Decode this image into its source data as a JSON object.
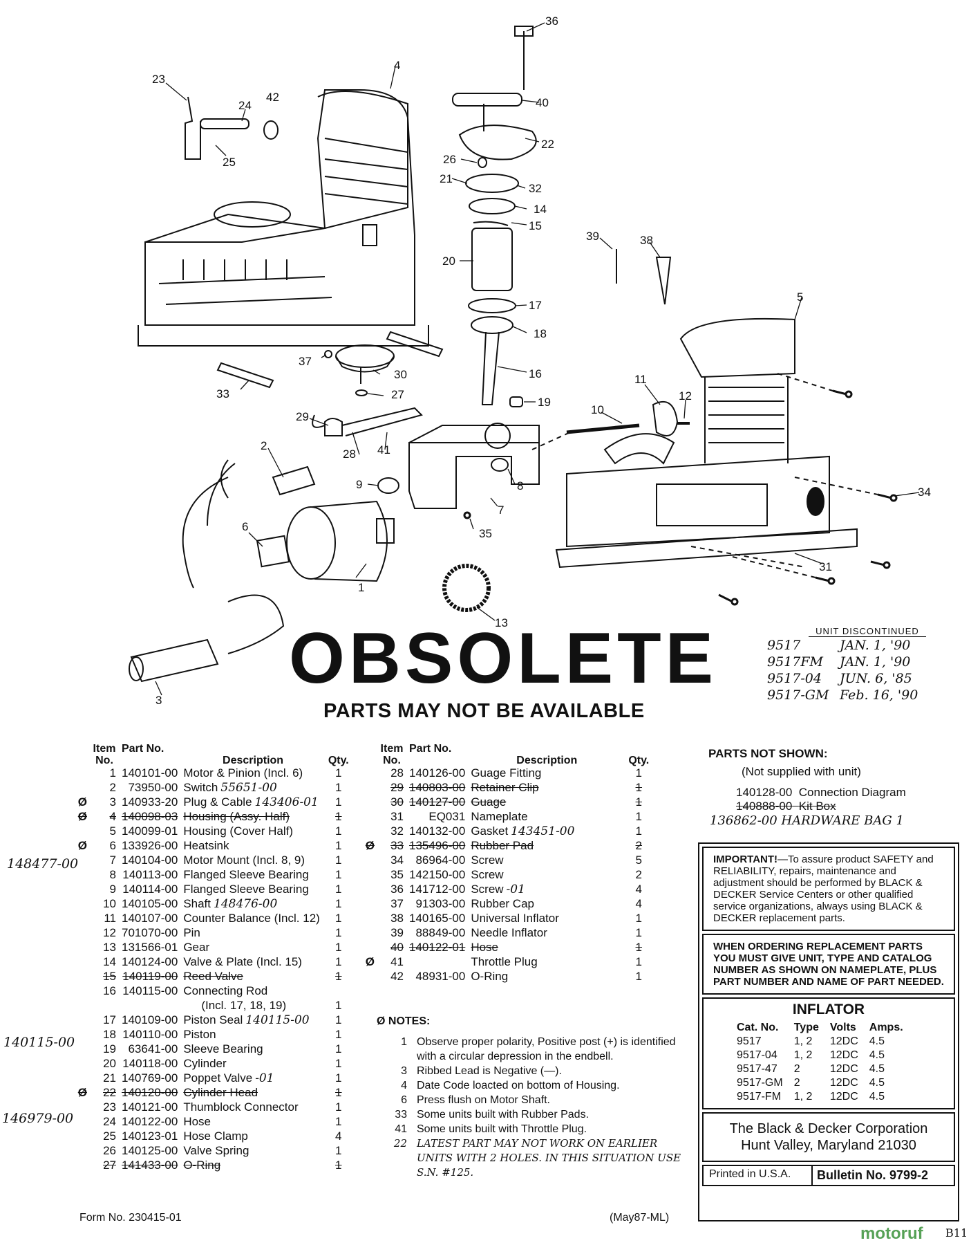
{
  "diagram": {
    "callouts": [
      "1",
      "2",
      "3",
      "4",
      "5",
      "6",
      "7",
      "8",
      "9",
      "10",
      "11",
      "12",
      "13",
      "14",
      "15",
      "16",
      "17",
      "18",
      "19",
      "20",
      "21",
      "22",
      "23",
      "24",
      "25",
      "26",
      "27",
      "28",
      "29",
      "30",
      "31",
      "32",
      "33",
      "34",
      "35",
      "36",
      "37",
      "38",
      "39",
      "40",
      "41",
      "42"
    ]
  },
  "stamp": {
    "title": "OBSOLETE",
    "subtitle": "PARTS MAY NOT BE AVAILABLE"
  },
  "discontinued": {
    "header": "UNIT DISCONTINUED",
    "rows": [
      {
        "unit": "9517",
        "date": "JAN. 1, '90"
      },
      {
        "unit": "9517FM",
        "date": "JAN. 1, '90"
      },
      {
        "unit": "9517-04",
        "date": "JUN. 6, '85"
      },
      {
        "unit": "9517-GM",
        "date": "Feb. 16, '90"
      }
    ]
  },
  "table_headers": {
    "item": "Item No.",
    "part": "Part No.",
    "description": "Description",
    "qty": "Qty."
  },
  "parts_left": [
    {
      "phi": "",
      "item": "1",
      "part": "140101-00",
      "desc": "Motor & Pinion (Incl. 6)",
      "qty": "1",
      "struck": false,
      "hand": ""
    },
    {
      "phi": "",
      "item": "2",
      "part": "73950-00",
      "desc": "Switch",
      "qty": "1",
      "struck": false,
      "hand": "55651-00"
    },
    {
      "phi": "Ø",
      "item": "3",
      "part": "140933-20",
      "desc": "Plug & Cable",
      "qty": "1",
      "struck": false,
      "hand": "143406-01"
    },
    {
      "phi": "Ø",
      "item": "4",
      "part": "140098-03",
      "desc": "Housing (Assy. Half)",
      "qty": "1",
      "struck": true,
      "hand": ""
    },
    {
      "phi": "",
      "item": "5",
      "part": "140099-01",
      "desc": "Housing (Cover Half)",
      "qty": "1",
      "struck": false,
      "hand": ""
    },
    {
      "phi": "Ø",
      "item": "6",
      "part": "133926-00",
      "desc": "Heatsink",
      "qty": "1",
      "struck": false,
      "hand": ""
    },
    {
      "phi": "",
      "item": "7",
      "part": "140104-00",
      "desc": "Motor Mount (Incl. 8, 9)",
      "qty": "1",
      "struck": false,
      "hand": ""
    },
    {
      "phi": "",
      "item": "8",
      "part": "140113-00",
      "desc": "Flanged Sleeve Bearing",
      "qty": "1",
      "struck": false,
      "hand": ""
    },
    {
      "phi": "",
      "item": "9",
      "part": "140114-00",
      "desc": "Flanged Sleeve Bearing",
      "qty": "1",
      "struck": false,
      "hand": ""
    },
    {
      "phi": "",
      "item": "10",
      "part": "140105-00",
      "desc": "Shaft",
      "qty": "1",
      "struck": false,
      "hand": "148476-00"
    },
    {
      "phi": "",
      "item": "11",
      "part": "140107-00",
      "desc": "Counter Balance (Incl. 12)",
      "qty": "1",
      "struck": false,
      "hand": ""
    },
    {
      "phi": "",
      "item": "12",
      "part": "701070-00",
      "desc": "Pin",
      "qty": "1",
      "struck": false,
      "hand": ""
    },
    {
      "phi": "",
      "item": "13",
      "part": "131566-01",
      "desc": "Gear",
      "qty": "1",
      "struck": false,
      "hand": ""
    },
    {
      "phi": "",
      "item": "14",
      "part": "140124-00",
      "desc": "Valve & Plate (Incl. 15)",
      "qty": "1",
      "struck": false,
      "hand": ""
    },
    {
      "phi": "",
      "item": "15",
      "part": "140119-00",
      "desc": "Reed Valve",
      "qty": "1",
      "struck": true,
      "hand": ""
    },
    {
      "phi": "",
      "item": "16",
      "part": "140115-00",
      "desc": "Connecting Rod",
      "qty": "",
      "struck": false,
      "hand": ""
    },
    {
      "phi": "",
      "item": "",
      "part": "",
      "desc": "(Incl. 17, 18, 19)",
      "qty": "1",
      "struck": false,
      "hand": ""
    },
    {
      "phi": "",
      "item": "17",
      "part": "140109-00",
      "desc": "Piston Seal",
      "qty": "1",
      "struck": false,
      "hand": "140115-00"
    },
    {
      "phi": "",
      "item": "18",
      "part": "140110-00",
      "desc": "Piston",
      "qty": "1",
      "struck": false,
      "hand": ""
    },
    {
      "phi": "",
      "item": "19",
      "part": "63641-00",
      "desc": "Sleeve Bearing",
      "qty": "1",
      "struck": false,
      "hand": ""
    },
    {
      "phi": "",
      "item": "20",
      "part": "140118-00",
      "desc": "Cylinder",
      "qty": "1",
      "struck": false,
      "hand": ""
    },
    {
      "phi": "",
      "item": "21",
      "part": "140769-00",
      "desc": "Poppet Valve",
      "qty": "1",
      "struck": false,
      "hand": "-01"
    },
    {
      "phi": "Ø",
      "item": "22",
      "part": "140120-00",
      "desc": "Cylinder Head",
      "qty": "1",
      "struck": true,
      "hand": ""
    },
    {
      "phi": "",
      "item": "23",
      "part": "140121-00",
      "desc": "Thumblock Connector",
      "qty": "1",
      "struck": false,
      "hand": ""
    },
    {
      "phi": "",
      "item": "24",
      "part": "140122-00",
      "desc": "Hose",
      "qty": "1",
      "struck": false,
      "hand": ""
    },
    {
      "phi": "",
      "item": "25",
      "part": "140123-01",
      "desc": "Hose Clamp",
      "qty": "4",
      "struck": false,
      "hand": ""
    },
    {
      "phi": "",
      "item": "26",
      "part": "140125-00",
      "desc": "Valve Spring",
      "qty": "1",
      "struck": false,
      "hand": ""
    },
    {
      "phi": "",
      "item": "27",
      "part": "141433-00",
      "desc": "O-Ring",
      "qty": "1",
      "struck": true,
      "hand": ""
    }
  ],
  "left_margin_notes": [
    {
      "text": "148477-00"
    },
    {
      "text": "140115-00"
    },
    {
      "text": "146979-00"
    }
  ],
  "parts_right": [
    {
      "phi": "",
      "item": "28",
      "part": "140126-00",
      "desc": "Guage Fitting",
      "qty": "1",
      "struck": false,
      "hand": ""
    },
    {
      "phi": "",
      "item": "29",
      "part": "140803-00",
      "desc": "Retainer Clip",
      "qty": "1",
      "struck": true,
      "hand": ""
    },
    {
      "phi": "",
      "item": "30",
      "part": "140127-00",
      "desc": "Guage",
      "qty": "1",
      "struck": true,
      "hand": ""
    },
    {
      "phi": "",
      "item": "31",
      "part": "EQ031",
      "desc": "Nameplate",
      "qty": "1",
      "struck": false,
      "hand": ""
    },
    {
      "phi": "",
      "item": "32",
      "part": "140132-00",
      "desc": "Gasket",
      "qty": "1",
      "struck": false,
      "hand": "143451-00"
    },
    {
      "phi": "Ø",
      "item": "33",
      "part": "135496-00",
      "desc": "Rubber Pad",
      "qty": "2",
      "struck": true,
      "hand": ""
    },
    {
      "phi": "",
      "item": "34",
      "part": "86964-00",
      "desc": "Screw",
      "qty": "5",
      "struck": false,
      "hand": ""
    },
    {
      "phi": "",
      "item": "35",
      "part": "142150-00",
      "desc": "Screw",
      "qty": "2",
      "struck": false,
      "hand": ""
    },
    {
      "phi": "",
      "item": "36",
      "part": "141712-00",
      "desc": "Screw",
      "qty": "4",
      "struck": false,
      "hand": "-01"
    },
    {
      "phi": "",
      "item": "37",
      "part": "91303-00",
      "desc": "Rubber Cap",
      "qty": "4",
      "struck": false,
      "hand": ""
    },
    {
      "phi": "",
      "item": "38",
      "part": "140165-00",
      "desc": "Universal Inflator",
      "qty": "1",
      "struck": false,
      "hand": ""
    },
    {
      "phi": "",
      "item": "39",
      "part": "88849-00",
      "desc": "Needle Inflator",
      "qty": "1",
      "struck": false,
      "hand": ""
    },
    {
      "phi": "",
      "item": "40",
      "part": "140122-01",
      "desc": "Hose",
      "qty": "1",
      "struck": true,
      "hand": ""
    },
    {
      "phi": "Ø",
      "item": "41",
      "part": "",
      "desc": "Throttle Plug",
      "qty": "1",
      "struck": false,
      "hand": ""
    },
    {
      "phi": "",
      "item": "42",
      "part": "48931-00",
      "desc": "O-Ring",
      "qty": "1",
      "struck": false,
      "hand": ""
    }
  ],
  "notes": {
    "title": "Ø NOTES:",
    "items": [
      {
        "n": "1",
        "text": "Observe proper polarity, Positive post (+) is identified with a circular depression in the endbell."
      },
      {
        "n": "3",
        "text": "Ribbed Lead is Negative (—)."
      },
      {
        "n": "4",
        "text": "Date Code loacted on bottom of Housing."
      },
      {
        "n": "6",
        "text": "Press flush on Motor Shaft."
      },
      {
        "n": "33",
        "text": "Some units built with Rubber Pads."
      },
      {
        "n": "41",
        "text": "Some units built with Throttle Plug."
      },
      {
        "n": "22",
        "text": "LATEST PART MAY NOT WORK ON EARLIER UNITS WITH 2 HOLES. IN THIS SITUATION USE S.N. #125."
      }
    ]
  },
  "not_shown": {
    "title": "PARTS NOT SHOWN:",
    "subtitle": "(Not supplied with unit)",
    "line1_part": "140128-00",
    "line1_desc": "Connection Diagram",
    "line2_part": "140888-00",
    "line2_desc": "Kit Box",
    "handwritten": "136862-00 HARDWARE BAG 1"
  },
  "important": {
    "lead": "IMPORTANT!",
    "text": "—To assure product SAFETY and RELIABILITY, repairs, maintenance and adjustment should be performed by BLACK & DECKER Service Centers or other qualified service organizations, always using BLACK & DECKER replacement parts."
  },
  "ordering": "WHEN ORDERING REPLACEMENT PARTS YOU MUST GIVE UNIT, TYPE AND CATALOG NUMBER AS SHOWN ON NAMEPLATE, PLUS PART NUMBER AND NAME OF PART NEEDED.",
  "inflator": {
    "title": "INFLATOR",
    "headers": [
      "Cat. No.",
      "Type",
      "Volts",
      "Amps."
    ],
    "rows": [
      [
        "9517",
        "1, 2",
        "12DC",
        "4.5"
      ],
      [
        "9517-04",
        "1, 2",
        "12DC",
        "4.5"
      ],
      [
        "9517-47",
        "2",
        "12DC",
        "4.5"
      ],
      [
        "9517-GM",
        "2",
        "12DC",
        "4.5"
      ],
      [
        "9517-FM",
        "1, 2",
        "12DC",
        "4.5"
      ]
    ]
  },
  "company": {
    "name": "The Black & Decker Corporation",
    "address": "Hunt Valley, Maryland 21030"
  },
  "footer": {
    "printed": "Printed in U.S.A.",
    "bulletin": "Bulletin No. 9799-2",
    "form": "Form No. 230415-01",
    "date_code": "(May87-ML)",
    "page": "B11",
    "watermark": "motoruf"
  }
}
